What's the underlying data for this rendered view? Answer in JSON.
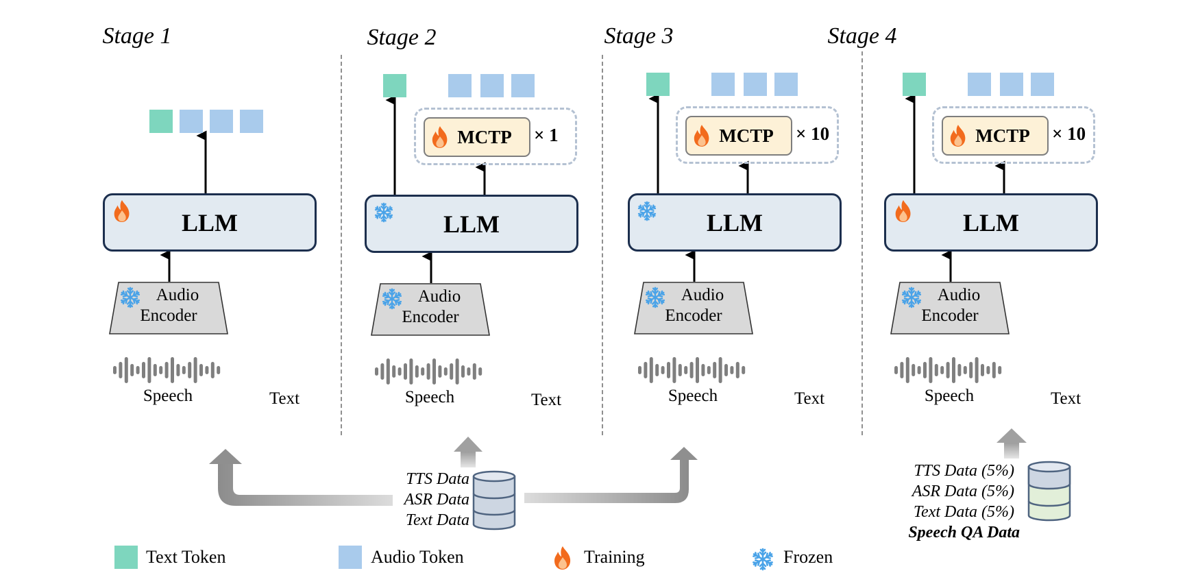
{
  "stages": [
    {
      "title": "Stage 1",
      "llm": {
        "label": "LLM",
        "state": "training"
      },
      "mctp": null,
      "encoder": {
        "label_line1": "Audio",
        "label_line2": "Encoder",
        "state": "frozen"
      },
      "speech_label": "Speech",
      "text_label": "Text",
      "output_tokens": [
        "text",
        "audio",
        "audio",
        "audio"
      ]
    },
    {
      "title": "Stage 2",
      "llm": {
        "label": "LLM",
        "state": "frozen"
      },
      "mctp": {
        "label": "MCTP",
        "state": "training",
        "multiplier": "× 1"
      },
      "encoder": {
        "label_line1": "Audio",
        "label_line2": "Encoder",
        "state": "frozen"
      },
      "speech_label": "Speech",
      "text_label": "Text",
      "output_tokens": [
        "text",
        "audio",
        "audio",
        "audio"
      ]
    },
    {
      "title": "Stage 3",
      "llm": {
        "label": "LLM",
        "state": "frozen"
      },
      "mctp": {
        "label": "MCTP",
        "state": "training",
        "multiplier": "× 10"
      },
      "encoder": {
        "label_line1": "Audio",
        "label_line2": "Encoder",
        "state": "frozen"
      },
      "speech_label": "Speech",
      "text_label": "Text",
      "output_tokens": [
        "text",
        "audio",
        "audio",
        "audio"
      ]
    },
    {
      "title": "Stage 4",
      "llm": {
        "label": "LLM",
        "state": "training"
      },
      "mctp": {
        "label": "MCTP",
        "state": "training",
        "multiplier": "× 10"
      },
      "encoder": {
        "label_line1": "Audio",
        "label_line2": "Encoder",
        "state": "frozen"
      },
      "speech_label": "Speech",
      "text_label": "Text",
      "output_tokens": [
        "text",
        "audio",
        "audio",
        "audio"
      ]
    }
  ],
  "shared_data": {
    "labels": [
      "TTS Data",
      "ASR Data",
      "Text Data"
    ],
    "feeds_stages": [
      "Stage 1",
      "Stage 2",
      "Stage 3"
    ],
    "db_color": "#cdd6e2"
  },
  "stage4_data": {
    "labels": [
      "TTS Data (5%)",
      "ASR Data (5%)",
      "Text Data (5%)"
    ],
    "bold_label": "Speech QA Data",
    "db_top_color": "#cdd6e2",
    "db_body_color": "#e2efd9"
  },
  "legend": [
    {
      "icon": "text-token-swatch",
      "label": "Text Token",
      "color": "#7ed6be"
    },
    {
      "icon": "audio-token-swatch",
      "label": "Audio Token",
      "color": "#a9cbec"
    },
    {
      "icon": "fire-icon",
      "label": "Training"
    },
    {
      "icon": "snowflake-icon",
      "label": "Frozen"
    }
  ],
  "colors": {
    "text_token": "#7ed6be",
    "audio_token": "#a9cbec",
    "llm_fill": "#e2eaf1",
    "llm_border": "#1c2f4e",
    "mctp_fill": "#fdf1d7",
    "encoder_fill": "#d9d9d9",
    "fire": "#f26b1d",
    "snowflake": "#4aa3e8"
  }
}
